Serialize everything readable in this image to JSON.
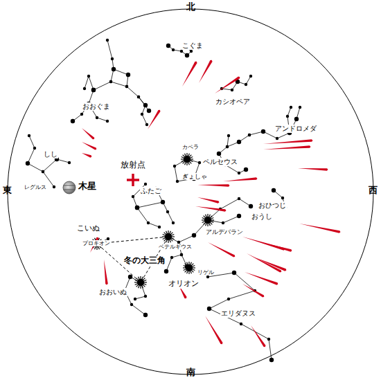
{
  "diagram": {
    "labels": [
      "北",
      "南",
      "東",
      "西",
      "こぐま",
      "おおぐま",
      "カシオペア",
      "アンドロメダ",
      "しし",
      "レグルス",
      "木星",
      "放射点",
      "カペラ",
      "ペルセウス",
      "ぎょしゃ",
      "ふたご",
      "おひつじ",
      "おうし",
      "こいぬ",
      "プロキオン",
      "アルデバラン",
      "ベテルギウス",
      "冬の大三角",
      "リゲル",
      "オリオン",
      "おおいぬ",
      "エリダヌス"
    ]
  }
}
